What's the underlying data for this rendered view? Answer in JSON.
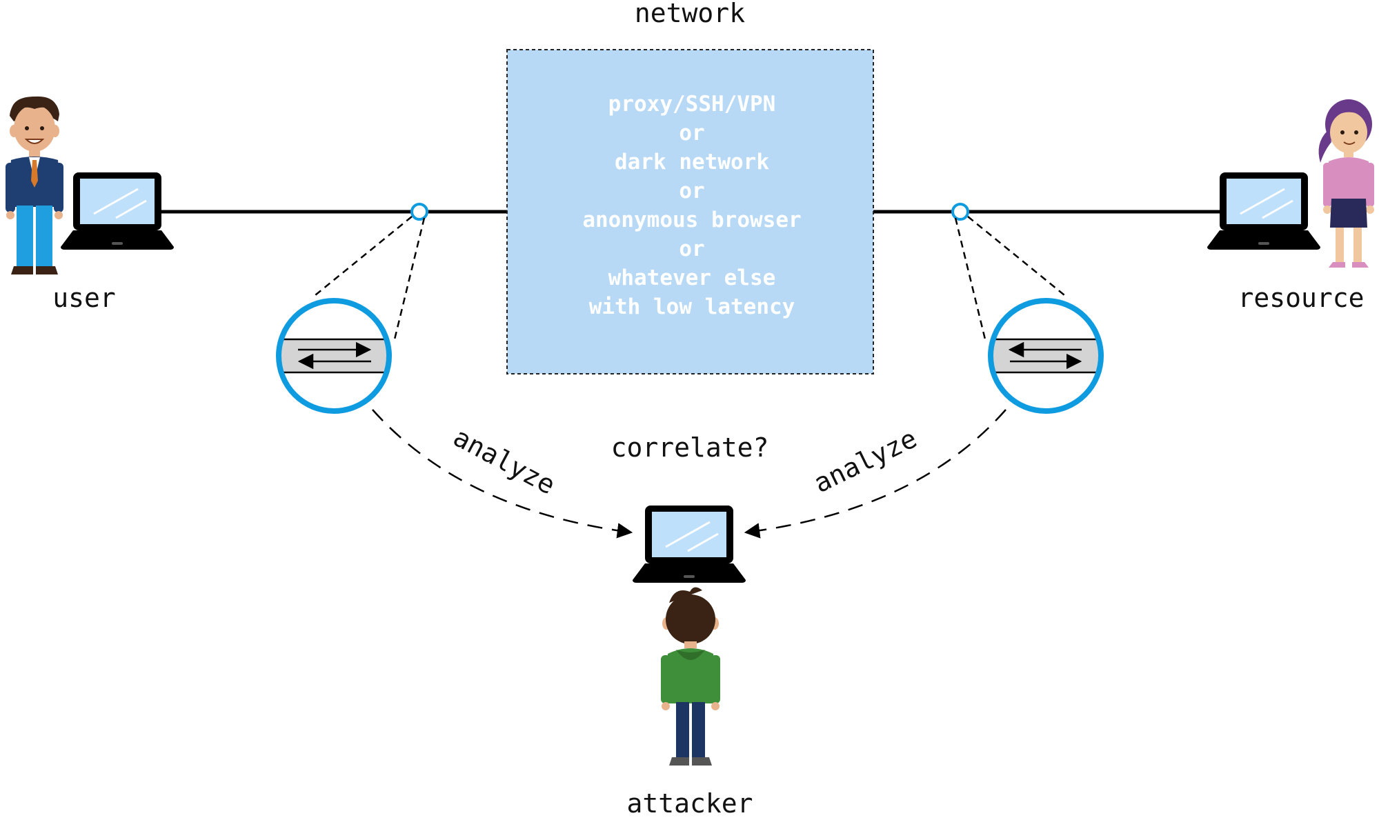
{
  "labels": {
    "network": "network",
    "user": "user",
    "resource": "resource",
    "attacker": "attacker",
    "correlate": "correlate?",
    "analyze_left": "analyze",
    "analyze_right": "analyze"
  },
  "network_box": {
    "lines": [
      "proxy/SSH/VPN",
      "or",
      "dark network",
      "or",
      "anonymous browser",
      "or",
      "whatever else",
      "with low latency"
    ]
  },
  "colors": {
    "box_fill": "#b7d9f5",
    "tap_ring": "#0f9be0",
    "lens_band": "#d4d4d4",
    "laptop_screen": "#bfe0fa",
    "wire": "#000000"
  },
  "icons": {
    "user": "man-in-suit-icon",
    "resource": "woman-icon",
    "attacker": "person-back-view-icon",
    "computer": "laptop-icon",
    "traffic": "bidirectional-arrows-icon"
  }
}
